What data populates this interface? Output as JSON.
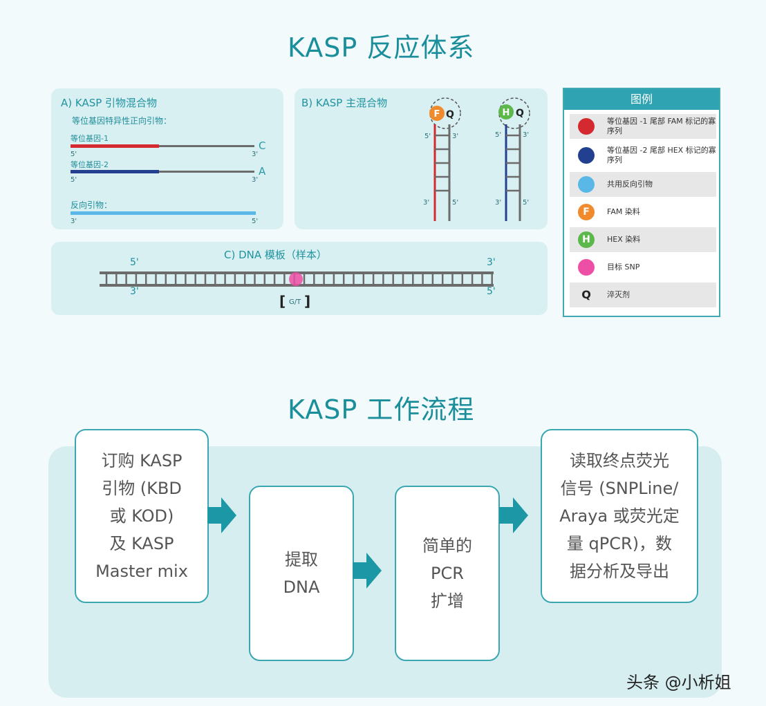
{
  "section1_title": "KASP 反应体系",
  "panel_a": {
    "title": "A) KASP 引物混合物",
    "subtitle": "等位基因特异性正向引物：",
    "allele1_label": "等位基因-1",
    "allele2_label": "等位基因-2",
    "reverse_label": "反向引物：",
    "allele1_end_base": "C",
    "allele2_end_base": "A",
    "five_prime": "5'",
    "three_prime": "3'"
  },
  "panel_b": {
    "title": "B) KASP 主混合物",
    "f_letter": "F",
    "h_letter": "H",
    "q_letter": "Q",
    "five_prime": "5'",
    "three_prime": "3'"
  },
  "panel_c": {
    "title": "C) DNA 模板（样本）",
    "five_prime": "5'",
    "three_prime": "3'",
    "snp_label": "G/T",
    "bracket_open": "[",
    "bracket_close": "]"
  },
  "legend": {
    "title": "图例",
    "items": [
      {
        "symbol": "",
        "color": "#d42a2f",
        "text": "等位基因 -1 尾部 FAM 标记的寡序列"
      },
      {
        "symbol": "",
        "color": "#22408f",
        "text": "等位基因 -2 尾部 HEX 标记的寡序列"
      },
      {
        "symbol": "",
        "color": "#5ab8e8",
        "text": "共用反向引物"
      },
      {
        "symbol": "F",
        "color": "#f08a2c",
        "text": "FAM 染料"
      },
      {
        "symbol": "H",
        "color": "#5cb84a",
        "text": "HEX 染料"
      },
      {
        "symbol": "",
        "color": "#ec4fa5",
        "text": "目标 SNP"
      },
      {
        "symbol": "Q",
        "color": "#222222",
        "text": "淬灭剂"
      }
    ]
  },
  "section2_title": "KASP 工作流程",
  "workflow": [
    {
      "lines": [
        "订购 KASP",
        "引物 (KBD",
        "或 KOD)",
        "及 KASP",
        "Master mix"
      ]
    },
    {
      "lines": [
        "提取",
        "DNA"
      ]
    },
    {
      "lines": [
        "简单的",
        "PCR",
        "扩增"
      ]
    },
    {
      "lines": [
        "读取终点荧光",
        "信号 (SNPLine/",
        "Araya 或荧光定",
        "量 qPCR)，数",
        "据分析及导出"
      ]
    }
  ],
  "watermark": "头条 @小析姐",
  "colors": {
    "teal": "#1b8e9b",
    "red": "#d42a2f",
    "navy": "#22408f",
    "light_blue": "#5ab8e8",
    "orange": "#f08a2c",
    "green": "#5cb84a",
    "pink": "#ec4fa5",
    "strand_gray": "#6b6b6b"
  }
}
